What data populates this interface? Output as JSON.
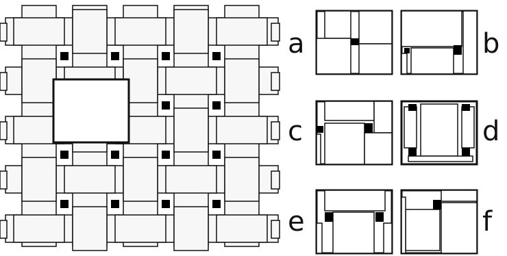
{
  "labels": {
    "a": "a",
    "b": "b",
    "c": "c",
    "d": "d",
    "e": "e",
    "f": "f"
  },
  "colors": {
    "background": "#ffffff",
    "stroke": "#111111",
    "strip": "#f7f7f7",
    "knot": "#000000"
  }
}
